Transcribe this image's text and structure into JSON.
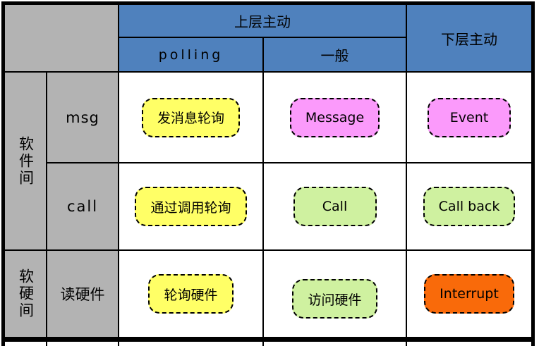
{
  "header": {
    "upper_active": "上层主动",
    "lower_active": "下层主动",
    "sub_polling": "polling",
    "sub_general": "一般"
  },
  "row_labels": {
    "group_software": "软件间",
    "group_soft_hardware": "软硬间",
    "msg": "msg",
    "call": "call",
    "read_hw": "读硬件"
  },
  "cells": {
    "msg_polling": {
      "label": "发消息轮询",
      "color": "yellow"
    },
    "msg_general": {
      "label": "Message",
      "color": "pink"
    },
    "msg_lower": {
      "label": "Event",
      "color": "pink"
    },
    "call_polling": {
      "label": "通过调用轮询",
      "color": "yellow"
    },
    "call_general": {
      "label": "Call",
      "color": "green"
    },
    "call_lower": {
      "label": "Call back",
      "color": "green"
    },
    "readhw_polling": {
      "label": "轮询硬件",
      "color": "yellow"
    },
    "readhw_general": {
      "label": "访问硬件",
      "color": "green"
    },
    "readhw_lower": {
      "label": "Interrupt",
      "color": "orange"
    }
  },
  "colors": {
    "header_bg": "#4F81BD",
    "label_bg": "#B3B3B3",
    "grid_line": "#000000",
    "yellow": "#FFFF66",
    "pink": "#FB9AFB",
    "green": "#CFF1A0",
    "orange": "#F96A0A"
  }
}
